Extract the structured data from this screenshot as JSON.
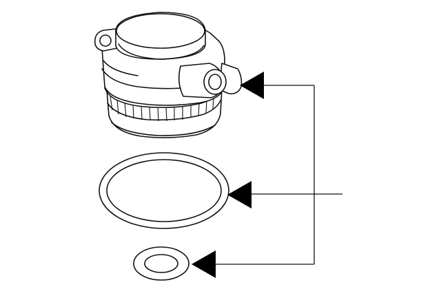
{
  "diagram": {
    "parts": [
      {
        "name": "housing",
        "icon": "housing-illustration"
      },
      {
        "name": "large-seal-ring",
        "icon": "large-o-ring-illustration"
      },
      {
        "name": "small-seal-ring",
        "icon": "small-o-ring-illustration"
      }
    ],
    "leader_color": "#111111",
    "arrow_color": "#000000"
  }
}
